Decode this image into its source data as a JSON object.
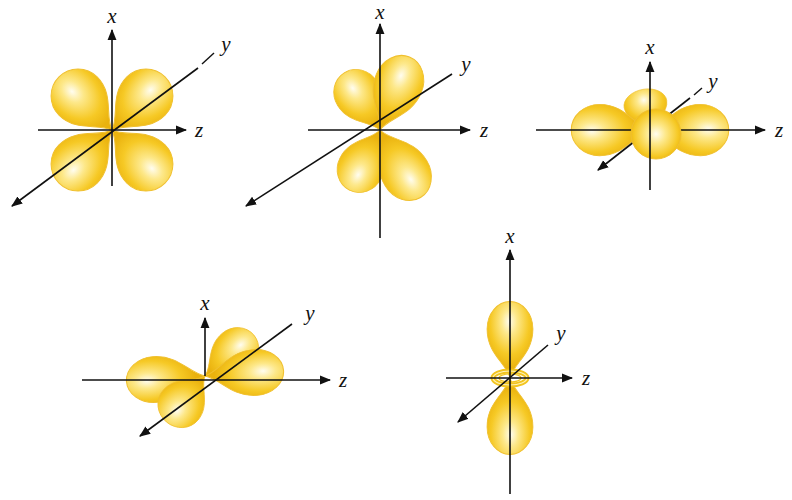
{
  "diagram": {
    "labels": [
      "x",
      "y",
      "z",
      "x",
      "y",
      "z",
      "x",
      "y",
      "z",
      "x",
      "y",
      "z",
      "x",
      "y",
      "z"
    ]
  }
}
